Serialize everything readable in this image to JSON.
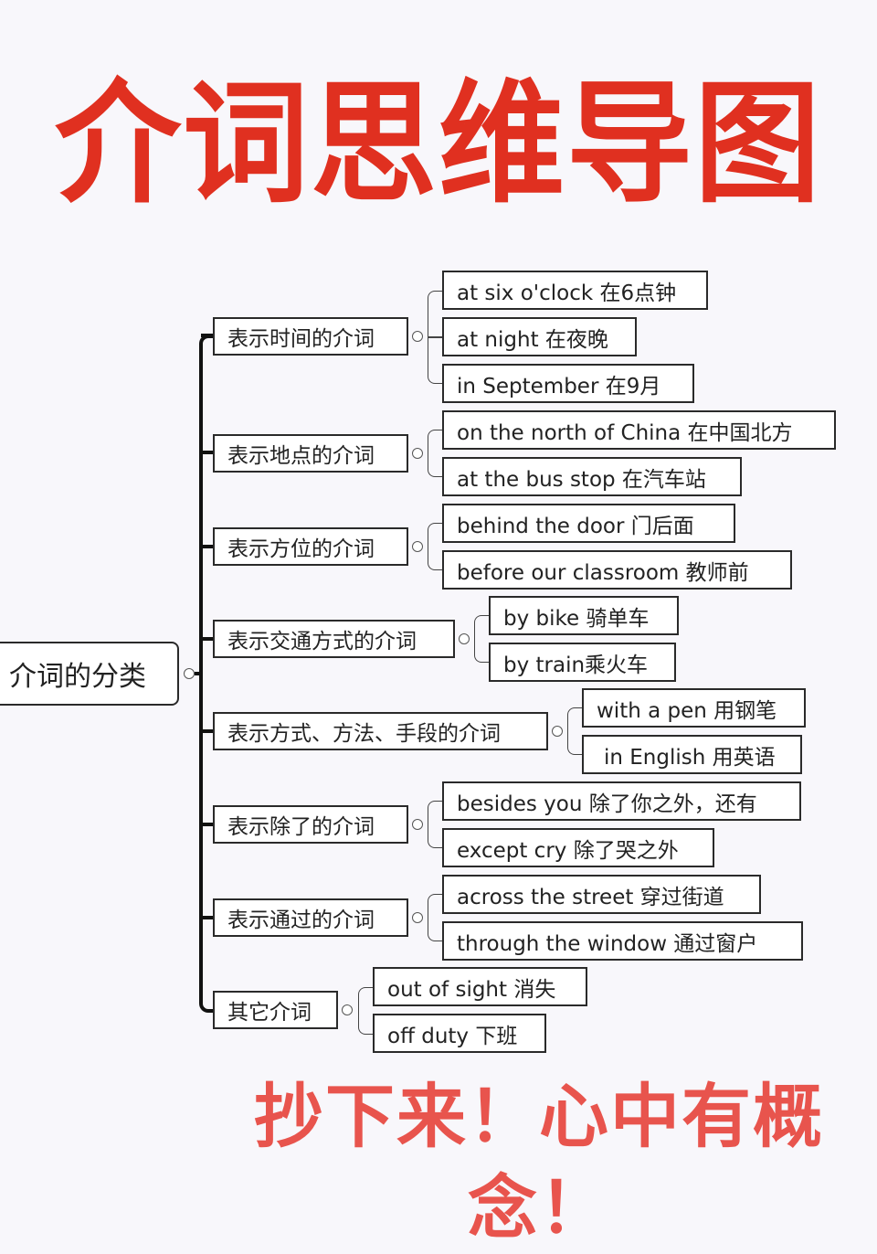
{
  "title": "介词思维导图",
  "footer": "抄下来！心中有概念！",
  "colors": {
    "title": "#e03020",
    "footer": "#e8544d",
    "border": "#2a2a2a",
    "background": "#f8f7fb"
  },
  "root": {
    "label": "介词的分类"
  },
  "categories": [
    {
      "label": "表示时间的介词",
      "examples": [
        "at six o'clock 在6点钟",
        "at night 在夜晚",
        "in September 在9月"
      ]
    },
    {
      "label": "表示地点的介词",
      "examples": [
        "on the north of China 在中国北方",
        "at the bus stop 在汽车站"
      ]
    },
    {
      "label": "表示方位的介词",
      "examples": [
        "behind the door 门后面",
        "before our classroom 教师前"
      ]
    },
    {
      "label": "表示交通方式的介词",
      "examples": [
        "by bike 骑单车",
        "by train乘火车"
      ]
    },
    {
      "label": "表示方式、方法、手段的介词",
      "examples": [
        "with a pen 用钢笔",
        "in English 用英语"
      ]
    },
    {
      "label": "表示除了的介词",
      "examples": [
        "besides you 除了你之外，还有",
        "except cry 除了哭之外"
      ]
    },
    {
      "label": "表示通过的介词",
      "examples": [
        "across the street 穿过街道",
        "through the window 通过窗户"
      ]
    },
    {
      "label": "其它介词",
      "examples": [
        "out of sight 消失",
        "off duty 下班"
      ]
    }
  ]
}
